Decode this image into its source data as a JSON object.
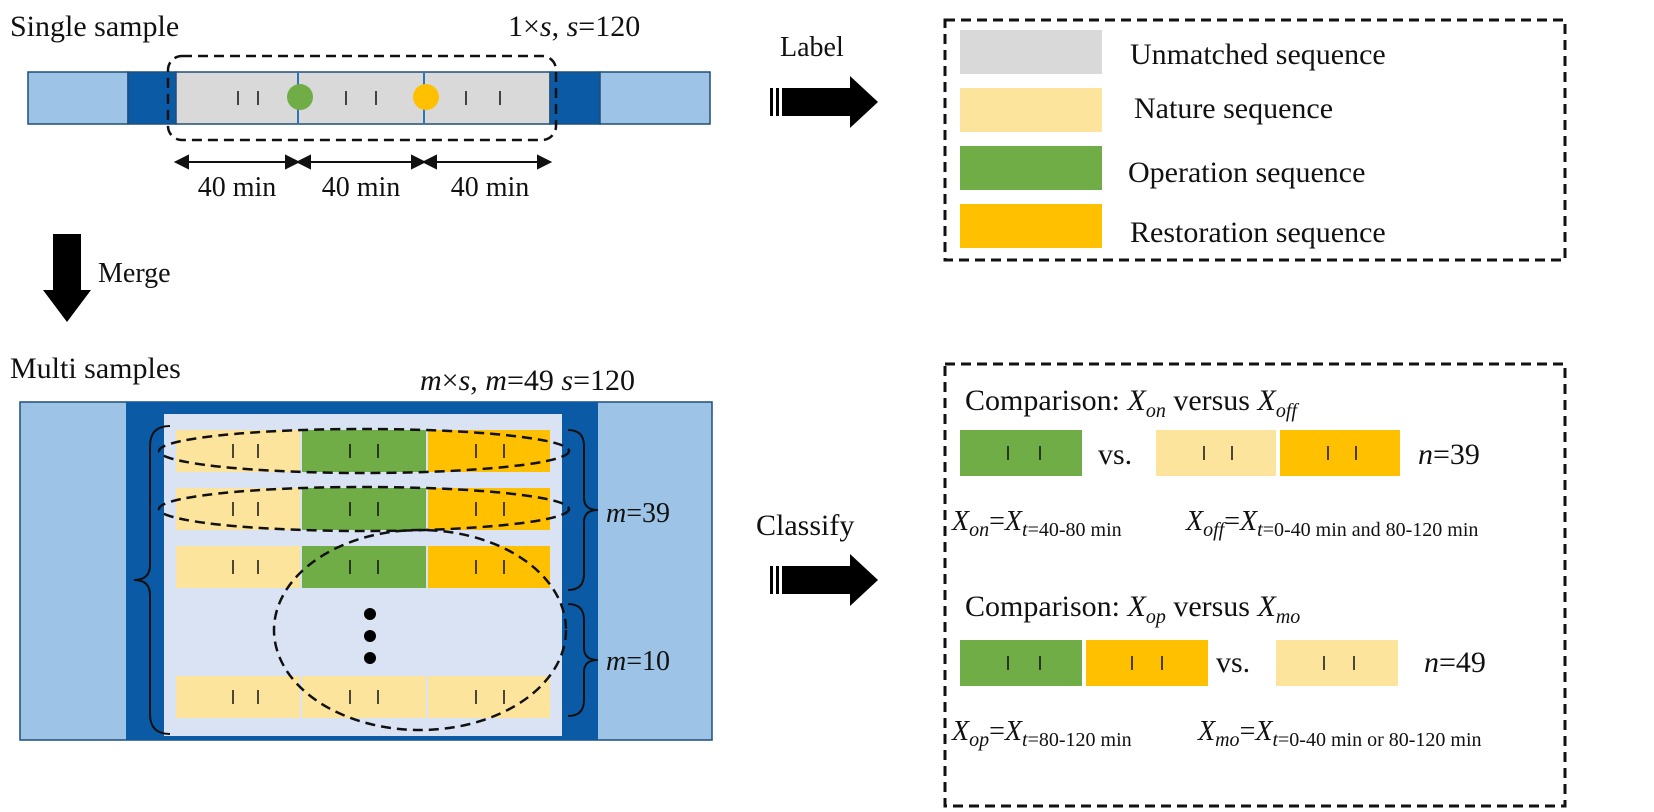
{
  "colors": {
    "light_blue": "#9dc3e6",
    "dark_blue": "#0b5aa6",
    "panel": "#dae3f3",
    "unmatched": "#d9d9d9",
    "nature": "#fde49c",
    "operation": "#70ad47",
    "restoration": "#ffc000",
    "arrow": "#000000"
  },
  "single": {
    "title": "Single sample",
    "dim_prefix": "1×",
    "dim_var": "s",
    "dim_sep": ", ",
    "dim_eq_var": "s",
    "dim_eq_val": "=120",
    "intervals": [
      "40 min",
      "40 min",
      "40 min"
    ]
  },
  "merge_label": "Merge",
  "label_arrow_text": "Label",
  "classify_arrow_text": "Classify",
  "legend": {
    "items": [
      {
        "label": "Unmatched sequence",
        "color_key": "unmatched"
      },
      {
        "label": "Nature sequence",
        "color_key": "nature"
      },
      {
        "label": "Operation sequence",
        "color_key": "operation"
      },
      {
        "label": "Restoration sequence",
        "color_key": "restoration"
      }
    ]
  },
  "multi": {
    "title": "Multi samples",
    "dim_m": "m",
    "dim_x": "×",
    "dim_s": "s",
    "dim_sep": ", ",
    "dim_m2": "m",
    "dim_mval": "=49 ",
    "dim_s2": "s",
    "dim_sval": "=120",
    "brace1_var": "m",
    "brace1_val": "=39",
    "brace2_var": "m",
    "brace2_val": "=10",
    "ellipsis": "⋮"
  },
  "comparisons": [
    {
      "prefix": "Comparison: ",
      "a_var": "X",
      "a_sub": "on",
      "mid": " versus ",
      "b_var": "X",
      "b_sub": "off",
      "vs": "vs.",
      "n_var": "n",
      "n_val": "=39",
      "def1_var": "X",
      "def1_sub": "on",
      "def1_eq": "=",
      "def1_var2": "X",
      "def1_sub2": "t",
      "def1_range": "=40-80 min",
      "def2_var": "X",
      "def2_sub": "off",
      "def2_eq": "=",
      "def2_var2": "X",
      "def2_sub2": "t",
      "def2_range": "=0-40 min and 80-120 min"
    },
    {
      "prefix": "Comparison: ",
      "a_var": "X",
      "a_sub": "op",
      "mid": " versus ",
      "b_var": "X",
      "b_sub": "mo",
      "vs": "vs.",
      "n_var": "n",
      "n_val": "=49",
      "def1_var": "X",
      "def1_sub": "op",
      "def1_eq": "=",
      "def1_var2": "X",
      "def1_sub2": "t",
      "def1_range": "=80-120 min",
      "def2_var": "X",
      "def2_sub": "mo",
      "def2_eq": "=",
      "def2_var2": "X",
      "def2_sub2": "t",
      "def2_range": "=0-40 min or 80-120 min"
    }
  ]
}
